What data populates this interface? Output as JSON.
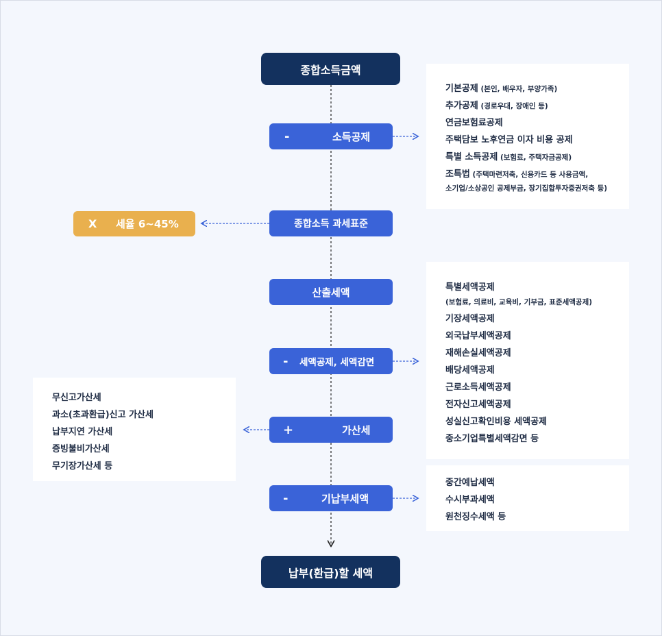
{
  "flow": {
    "start": "종합소득금액",
    "income_deduction": {
      "sign": "-",
      "label": "소득공제"
    },
    "tax_base": "종합소득 과세표준",
    "tax_rate": {
      "sign": "X",
      "label": "세율 6~45%"
    },
    "calculated_tax": "산출세액",
    "tax_credit": {
      "sign": "-",
      "label": "세액공제, 세액감면"
    },
    "additional_tax": {
      "sign": "+",
      "label": "가산세"
    },
    "prepaid_tax": {
      "sign": "-",
      "label": "기납부세액"
    },
    "end": "납부(환급)할 세액"
  },
  "panels": {
    "deductions": [
      {
        "main": "기본공제",
        "note": " (본인, 배우자, 부양가족)"
      },
      {
        "main": "추가공제",
        "note": " (경로우대, 장애인 등)"
      },
      {
        "main": "연금보험료공제",
        "note": ""
      },
      {
        "main": "주택담보 노후연금 이자 비용 공제",
        "note": ""
      },
      {
        "main": "특별 소득공제",
        "note": " (보험료, 주택자금공제)"
      },
      {
        "main": "조특법",
        "note": " (주택마련저축, 신용카드 등 사용금액,"
      },
      {
        "main": "",
        "note": "소기업/소상공인 공제부금, 장기집합투자증권저축 등)"
      }
    ],
    "credits": [
      {
        "main": "특별세액공제",
        "note": ""
      },
      {
        "main": "",
        "note": "(보험료, 의료비, 교육비, 기부금, 표준세액공제)"
      },
      {
        "main": "기장세액공제",
        "note": ""
      },
      {
        "main": "외국납부세액공제",
        "note": ""
      },
      {
        "main": "재해손실세액공제",
        "note": ""
      },
      {
        "main": "배당세액공제",
        "note": ""
      },
      {
        "main": "근로소득세액공제",
        "note": ""
      },
      {
        "main": "전자신고세액공제",
        "note": ""
      },
      {
        "main": "성실신고확인비용 세액공제",
        "note": ""
      },
      {
        "main": "중소기업특별세액감면 등",
        "note": ""
      }
    ],
    "penalties": [
      "무신고가산세",
      "과소(초과환급)신고 가산세",
      "납부지연 가산세",
      "증빙불비가산세",
      "무기장가산세 등"
    ],
    "prepaid": [
      "중간예납세액",
      "수시부과세액",
      "원천징수세액 등"
    ]
  }
}
